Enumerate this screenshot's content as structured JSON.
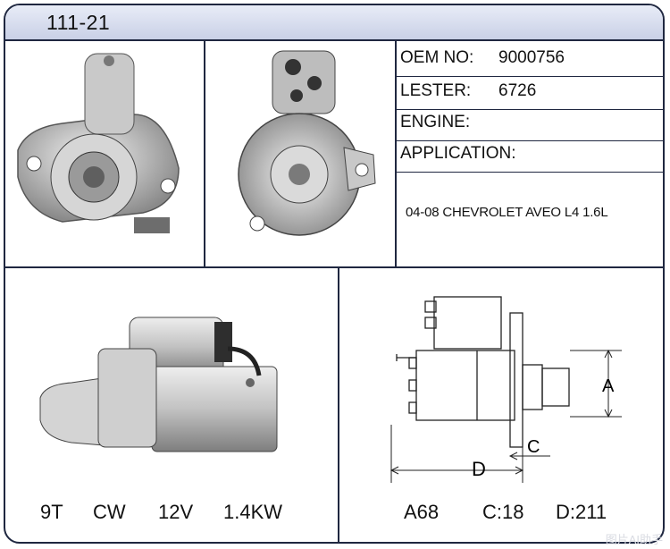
{
  "header": {
    "title": "111-21"
  },
  "specs": {
    "oem_label": "OEM NO:",
    "oem_value": "9000756",
    "lester_label": "LESTER:",
    "lester_value": "6726",
    "engine_label": "ENGINE:",
    "engine_value": "",
    "application_label": "APPLICATION:",
    "application_value": "04-08 CHEVROLET AVEO L4 1.6L"
  },
  "bottom_left": {
    "teeth": "9T",
    "rotation": "CW",
    "voltage": "12V",
    "power": "1.4KW"
  },
  "bottom_right": {
    "a": "A68",
    "c": "C:18",
    "d": "D:211"
  },
  "diagram": {
    "label_a": "A",
    "label_c": "C",
    "label_d": "D"
  },
  "watermark": "图片AI助手"
}
